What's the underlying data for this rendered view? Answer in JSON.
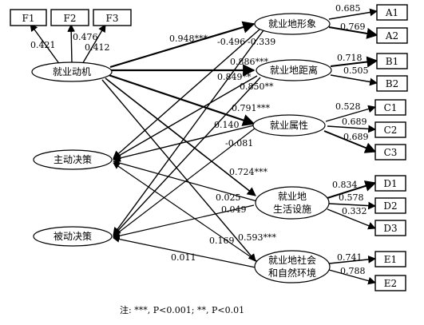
{
  "observed": {
    "F1": "F1",
    "F2": "F2",
    "F3": "F3",
    "A1": "A1",
    "A2": "A2",
    "B1": "B1",
    "B2": "B2",
    "C1": "C1",
    "C2": "C2",
    "C3": "C3",
    "D1": "D1",
    "D2": "D2",
    "D3": "D3",
    "E1": "E1",
    "E2": "E2"
  },
  "latent": {
    "motive": "就业动机",
    "active": "主动决策",
    "passive": "被动决策",
    "image": "就业地形象",
    "distance": "就业地距离",
    "attribute": "就业属性",
    "facility_1": "就业地",
    "facility_2": "生活设施",
    "env_1": "就业地社会",
    "env_2": "和自然环境"
  },
  "loadings": {
    "F1": "0.421",
    "F2": "0.476",
    "F3": "0.412",
    "A1": "0.685",
    "A2": "0.769",
    "B1": "0.718",
    "B2": "0.505",
    "C1": "0.528",
    "C2": "0.689",
    "C3": "0.689",
    "D1": "0.834",
    "D2": "0.578",
    "D3": "0.332",
    "E1": "0.741",
    "E2": "0.788"
  },
  "paths": {
    "motive_image": "0.948***",
    "active_image": "-0.496",
    "passive_image": "-0.339",
    "motive_distance": "0.886***",
    "active_distance": "0.849**",
    "passive_distance": "0.850**",
    "motive_attribute": "0.791***",
    "active_attribute": "0.140",
    "passive_attribute": "-0.081",
    "motive_facility": "0.724***",
    "active_facility": "0.025",
    "passive_facility": "0.049",
    "motive_env": "0.593***",
    "active_env": "0.169",
    "passive_env": "0.011"
  },
  "note": "注: ***, P<0.001; **, P<0.01"
}
